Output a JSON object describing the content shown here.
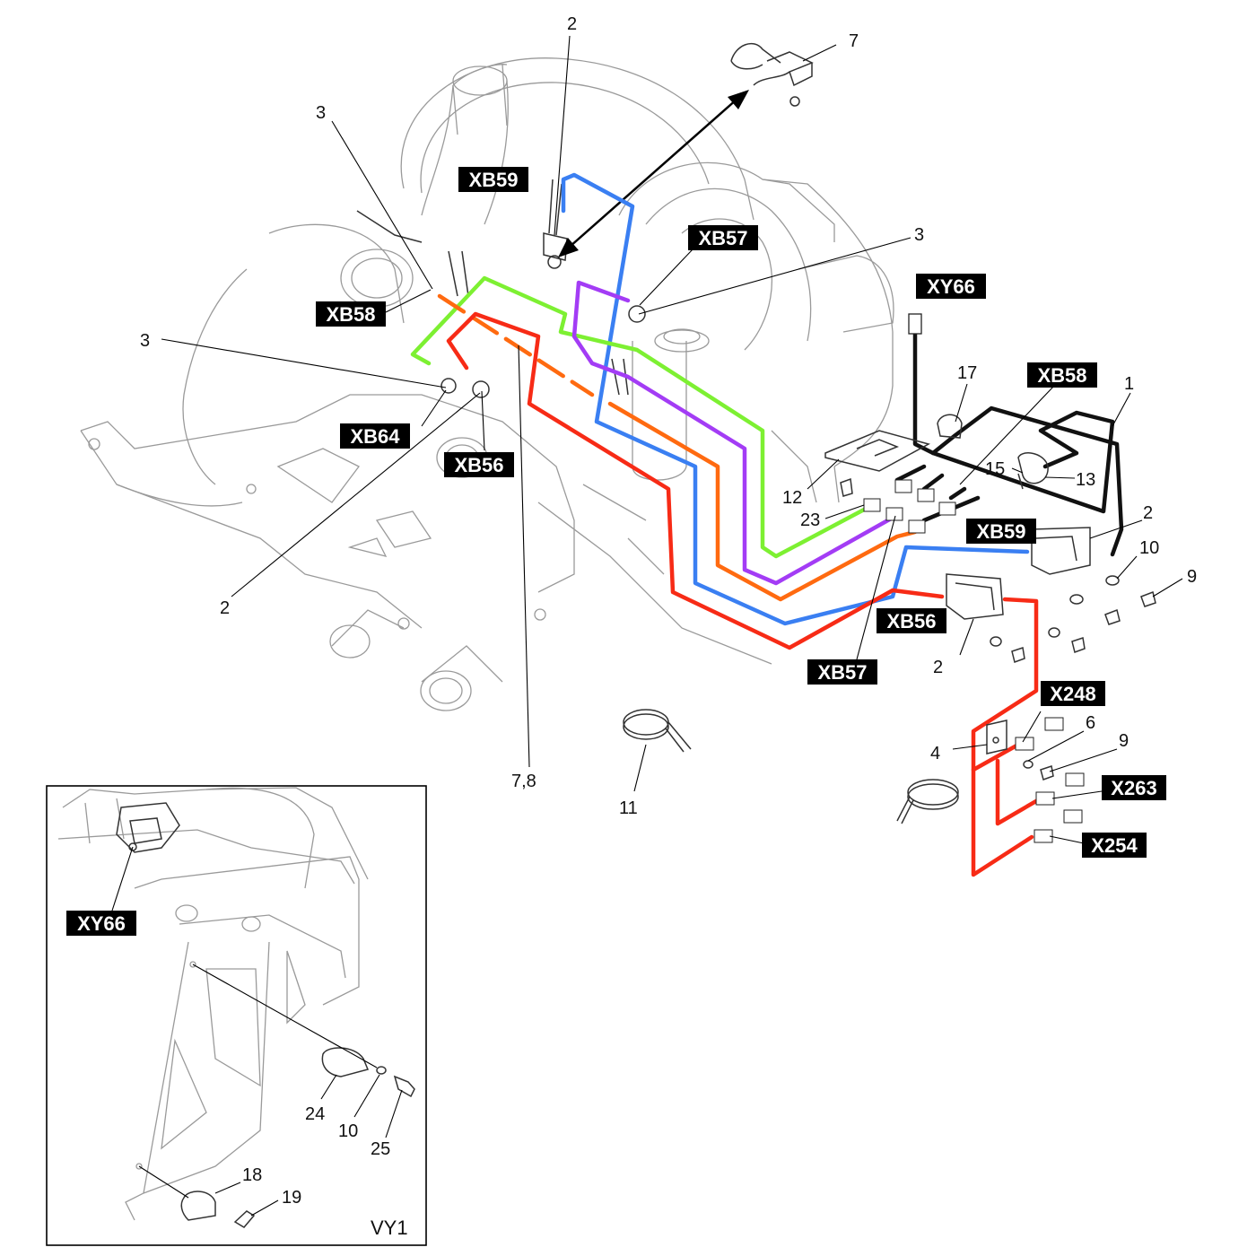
{
  "diagram": {
    "part_numbers": [
      "1",
      "2",
      "3",
      "4",
      "6",
      "7",
      "7,8",
      "9",
      "10",
      "11",
      "12",
      "13",
      "15",
      "17",
      "18",
      "19",
      "23",
      "24",
      "25"
    ],
    "connector_tags": [
      "XB59",
      "XB57",
      "XB58",
      "XB64",
      "XB56",
      "XY66",
      "X248",
      "X263",
      "X254"
    ],
    "inset_label": "VY1",
    "wire_colors": {
      "xb59": "#3a7ff2",
      "xb58": "#7df032",
      "xb57": "#a33cf5",
      "xb64": "#ff6a10",
      "xb56": "#f72b16",
      "xy66": "#111111"
    },
    "labels": {
      "n2_top": "2",
      "n7_top": "7",
      "n3_left_top": "3",
      "n3_right": "3",
      "n3_left_mid": "3",
      "n2_left": "2",
      "n78": "7,8",
      "n11": "11",
      "n17": "17",
      "n1": "1",
      "n15": "15",
      "n13": "13",
      "n12": "12",
      "n23": "23",
      "n2_xb59": "2",
      "n10_right": "10",
      "n9_right": "9",
      "n2_xb56": "2",
      "n4": "4",
      "n6": "6",
      "n9_low": "9",
      "n24": "24",
      "n10_inset": "10",
      "n25": "25",
      "n18": "18",
      "n19": "19"
    },
    "tags": {
      "xb59_top": "XB59",
      "xb57_top": "XB57",
      "xb58_left": "XB58",
      "xb64": "XB64",
      "xb56_left": "XB56",
      "xy66_top": "XY66",
      "xb58_right": "XB58",
      "xb59_right": "XB59",
      "xb56_right": "XB56",
      "xb57_bottom": "XB57",
      "x248": "X248",
      "x263": "X263",
      "x254": "X254",
      "xy66_inset": "XY66"
    }
  }
}
